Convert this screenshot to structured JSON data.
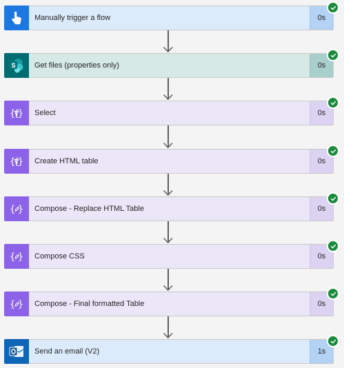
{
  "flow": {
    "steps": [
      {
        "label": "Manually trigger a flow",
        "duration": "0s",
        "icon": "touch-trigger-icon",
        "bg": "#dcebfb",
        "iconBg": "#1d77e0",
        "durBg": "#b3d2f4",
        "status": "succeeded"
      },
      {
        "label": "Get files (properties only)",
        "duration": "0s",
        "icon": "sharepoint-icon",
        "bg": "#d6e9e7",
        "iconBg": "#036c70",
        "durBg": "#a9cfcc",
        "status": "succeeded"
      },
      {
        "label": "Select",
        "duration": "0s",
        "icon": "data-operation-icon",
        "bg": "#ece6f9",
        "iconBg": "#8b62e8",
        "durBg": "#dcd3f2",
        "status": "succeeded"
      },
      {
        "label": "Create HTML table",
        "duration": "0s",
        "icon": "data-operation-icon",
        "bg": "#ece6f9",
        "iconBg": "#8b62e8",
        "durBg": "#dcd3f2",
        "status": "succeeded"
      },
      {
        "label": "Compose - Replace HTML Table",
        "duration": "0s",
        "icon": "compose-icon",
        "bg": "#ece6f9",
        "iconBg": "#8b62e8",
        "durBg": "#dcd3f2",
        "status": "succeeded"
      },
      {
        "label": "Compose CSS",
        "duration": "0s",
        "icon": "compose-icon",
        "bg": "#ece6f9",
        "iconBg": "#8b62e8",
        "durBg": "#dcd3f2",
        "status": "succeeded"
      },
      {
        "label": "Compose - Final formatted Table",
        "duration": "0s",
        "icon": "compose-icon",
        "bg": "#ece6f9",
        "iconBg": "#8b62e8",
        "durBg": "#dcd3f2",
        "status": "succeeded"
      },
      {
        "label": "Send an email (V2)",
        "duration": "1s",
        "icon": "outlook-icon",
        "bg": "#dcebfb",
        "iconBg": "#0f65b8",
        "durBg": "#b3d2f4",
        "status": "succeeded"
      }
    ],
    "colors": {
      "success": "#1a8a3b",
      "connector": "#605e5c"
    }
  }
}
